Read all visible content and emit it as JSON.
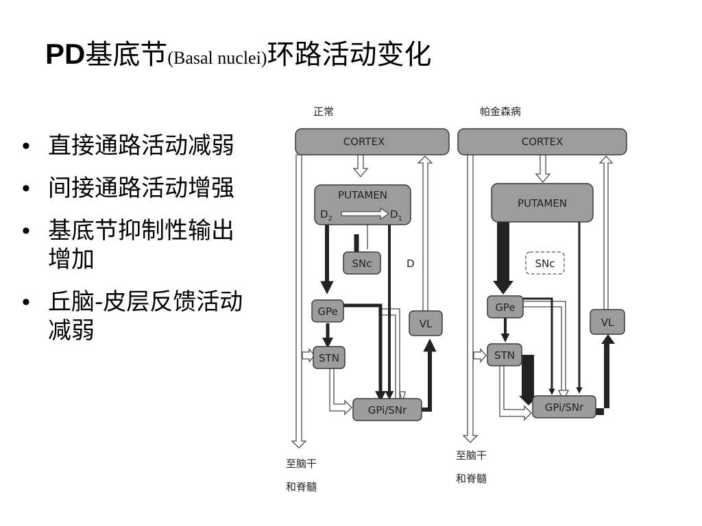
{
  "title": {
    "prefix": "PD",
    "part1": "基底节",
    "latin": "(Basal nuclei)",
    "part2": "环路活动变化"
  },
  "bullets": [
    {
      "symbol": "•",
      "text": "直接通路活动减弱"
    },
    {
      "symbol": "•",
      "text": "间接通路活动增强"
    },
    {
      "symbol": "•",
      "text": "基底节抑制性输出增加"
    },
    {
      "symbol": "•",
      "text": "丘脑-皮层反馈活动减弱"
    }
  ],
  "diagram": {
    "normal": {
      "caption": "正常",
      "cortex": "CORTEX",
      "putamen": "PUTAMEN",
      "d2": "D",
      "d2_sub": "2",
      "d1": "D",
      "d1_sub": "1",
      "snc": "SNc",
      "d_label": "D",
      "gpe": "GPe",
      "stn": "STN",
      "gpi": "GPi/SNr",
      "vl": "VL",
      "output_line1": "至脑干",
      "output_line2": "和脊髓"
    },
    "parkinson": {
      "caption": "帕金森病",
      "cortex": "CORTEX",
      "putamen": "PUTAMEN",
      "snc": "SNc",
      "gpe": "GPe",
      "stn": "STN",
      "gpi": "GPi/SNr",
      "vl": "VL",
      "output_line1": "至脑干",
      "output_line2": "和脊髓"
    }
  }
}
